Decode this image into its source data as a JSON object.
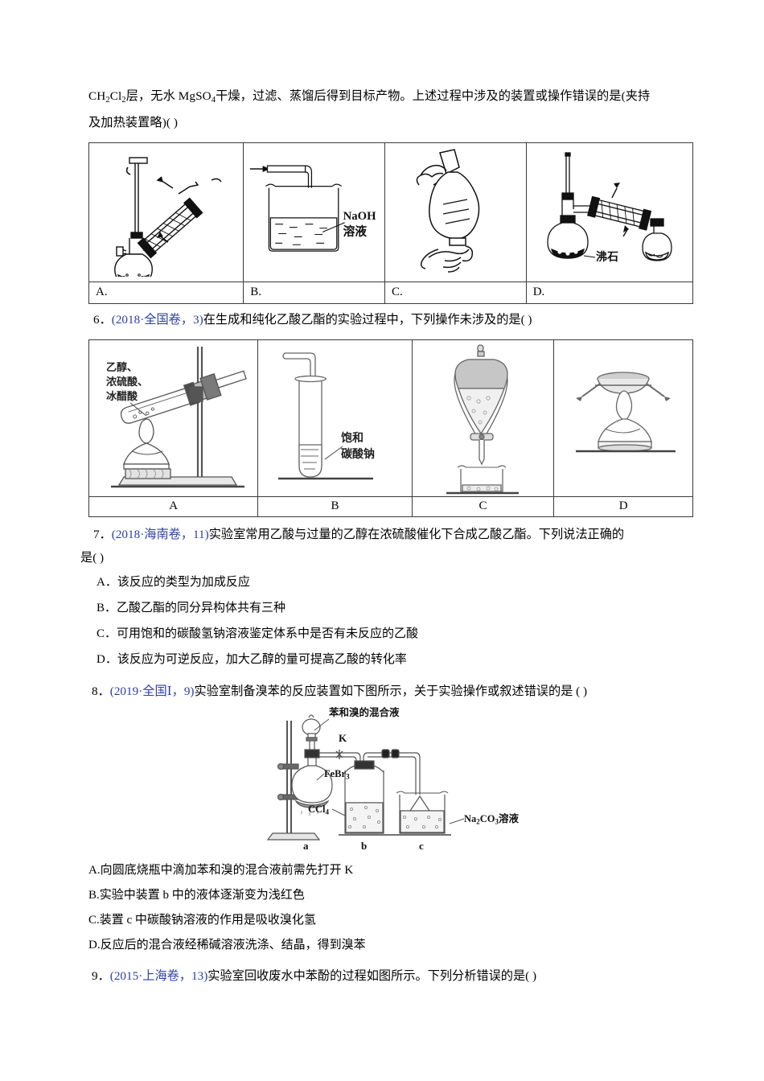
{
  "document": {
    "type": "chemistry-exam-worksheet",
    "language": "zh-CN"
  },
  "q5_tail": {
    "line1_pre": "CH",
    "line1": "Cl",
    "line1_rest": "层，无水 MgSO",
    "line1_rest2": "干燥，过滤、蒸馏后得到目标产物。上述过程中涉及的装置或操作错误的是(夹持",
    "line2": "及加热装置略)(    )"
  },
  "table_q5": {
    "labels": [
      "A.",
      "B.",
      "C.",
      "D."
    ],
    "figures": [
      {
        "name": "distillation-with-condenser",
        "annotations": []
      },
      {
        "name": "gas-absorption-beaker",
        "annotations": [
          "NaOH",
          "溶液"
        ]
      },
      {
        "name": "hand-holding-separatory-funnel",
        "annotations": []
      },
      {
        "name": "distillation-with-boiling-chips",
        "annotations": [
          "沸石"
        ]
      }
    ]
  },
  "q6": {
    "number": "6．",
    "source": "(2018·全国卷，3)",
    "text": "在生成和纯化乙酸乙酯的实验过程中，下列操作未涉及的是(    )"
  },
  "table_q6": {
    "labels": [
      "A",
      "B",
      "C",
      "D"
    ],
    "figures": [
      {
        "name": "esterification-heating-test-tube",
        "annotations": [
          "乙醇、",
          "浓硫酸、",
          "冰醋酸"
        ]
      },
      {
        "name": "saturated-sodium-carbonate-collection-tube",
        "annotations": [
          "饱和",
          "碳酸钠"
        ]
      },
      {
        "name": "separatory-funnel-over-beaker",
        "annotations": []
      },
      {
        "name": "evaporating-dish-on-alcohol-lamp",
        "annotations": []
      }
    ]
  },
  "q7": {
    "number": "7．",
    "source": "(2018·海南卷，11)",
    "text": "实验室常用乙酸与过量的乙醇在浓硫酸催化下合成乙酸乙酯。下列说法正确的",
    "text_line2": "是(    )",
    "options": [
      {
        "label": "A．",
        "text": "该反应的类型为加成反应"
      },
      {
        "label": "B．",
        "text": "乙酸乙酯的同分异构体共有三种"
      },
      {
        "label": "C．",
        "text": "可用饱和的碳酸氢钠溶液鉴定体系中是否有未反应的乙酸"
      },
      {
        "label": "D．",
        "text": "该反应为可逆反应，加大乙醇的量可提高乙酸的转化率"
      }
    ]
  },
  "q8": {
    "number": "8．",
    "source": "(2019·全国Ⅰ，9)",
    "text": "实验室制备溴苯的反应装置如下图所示，关于实验操作或叙述错误的是 (        )",
    "figure": {
      "name": "bromobenzene-preparation-apparatus",
      "annotations": {
        "mixture": "苯和溴的混合液",
        "valve": "K",
        "catalyst_pre": "FeBr",
        "catalyst_sub": "3",
        "solvent_pre": "CCl",
        "solvent_sub": "4",
        "absorber_pre": "Na",
        "absorber_sub1": "2",
        "absorber_mid": "CO",
        "absorber_sub2": "3",
        "absorber_post": "溶液"
      },
      "device_labels": [
        "a",
        "b",
        "c"
      ]
    },
    "options": [
      {
        "label": "A.",
        "text": "向圆底烧瓶中滴加苯和溴的混合液前需先打开 K"
      },
      {
        "label": "B.",
        "text": "实验中装置 b 中的液体逐渐变为浅红色"
      },
      {
        "label": "C.",
        "text": "装置 c 中碳酸钠溶液的作用是吸收溴化氢"
      },
      {
        "label": "D.",
        "text": "反应后的混合液经稀碱溶液洗涤、结晶，得到溴苯"
      }
    ]
  },
  "q9": {
    "number": "9．",
    "source": "(2015·上海卷，13)",
    "text": "实验室回收废水中苯酚的过程如图所示。下列分析错误的是(    )"
  },
  "colors": {
    "source_blue": "#2b3ea8",
    "text_black": "#000000",
    "table_border": "#3a3a3a",
    "line_gray": "#808080"
  }
}
